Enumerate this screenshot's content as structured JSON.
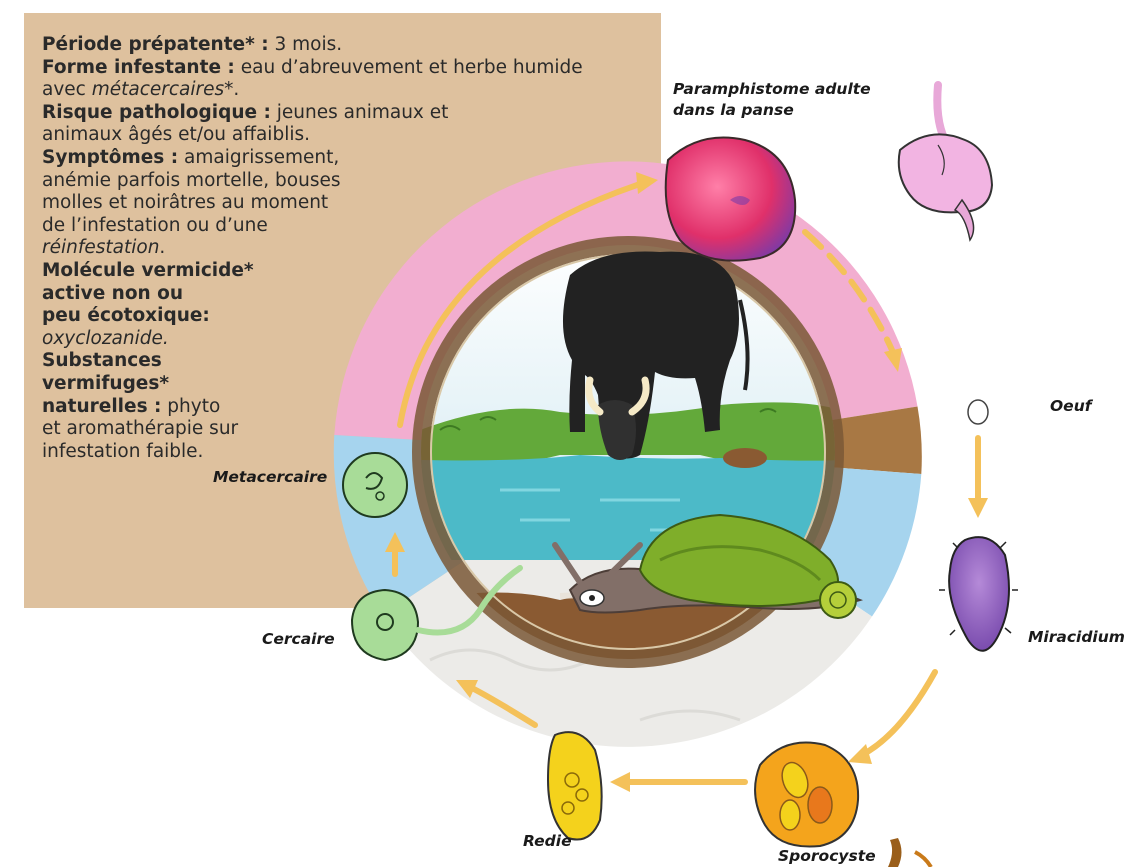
{
  "info": {
    "prepatent_label": "Période prépatente* :",
    "prepatent_value": " 3 mois.",
    "form_label": "Forme infestante :",
    "form_value_1": " eau d’abreuvement et herbe humide",
    "form_value_2_prefix": "avec ",
    "form_value_2_italic": "métacercaires*",
    "form_value_2_suffix": ".",
    "risk_label": "Risque pathologique :",
    "risk_value_1": " jeunes animaux et",
    "risk_value_2": "animaux âgés et/ou affaiblis.",
    "symptoms_label": "Symptômes :",
    "symptoms_value_1": " amaigrissement,",
    "symptoms_value_2": "anémie parfois mortelle, bouses",
    "symptoms_value_3": "molles et noirâtres au moment",
    "symptoms_value_4": "de l’infestation ou d’une",
    "symptoms_value_5": "réinfestation",
    "symptoms_value_5_suffix": ".",
    "molecule_label_1": "Molécule vermicide*",
    "molecule_label_2": "active non ou",
    "molecule_label_3": "peu écotoxique:",
    "molecule_value": "oxyclozanide.",
    "substances_label_1": "Substances",
    "substances_label_2": "vermifuges*",
    "substances_label_3": "naturelles :",
    "substances_value_1": " phyto",
    "substances_value_2": "et aromathérapie sur",
    "substances_value_3": "infestation faible."
  },
  "stages": {
    "adult_line1": "Paramphistome adulte",
    "adult_line2": "dans la panse",
    "egg": "Oeuf",
    "miracidium": "Miracidium",
    "sporocyst": "Sporocyste",
    "redia": "Redie",
    "cercaria": "Cercaire",
    "metacercaria": "Metacercaire"
  },
  "colors": {
    "info_panel": "#dec19e",
    "ring_pink": "#f2aed0",
    "ring_blue": "#a6d4ee",
    "ring_brown": "#a87844",
    "ring_white": "#ecebe8",
    "arrow": "#f4c15a",
    "water": "#4cbac8",
    "grass": "#63a93a",
    "snail_shell": "#7fae2a",
    "snail_body": "#826f68",
    "larva_yellow": "#f4d21c"
  }
}
